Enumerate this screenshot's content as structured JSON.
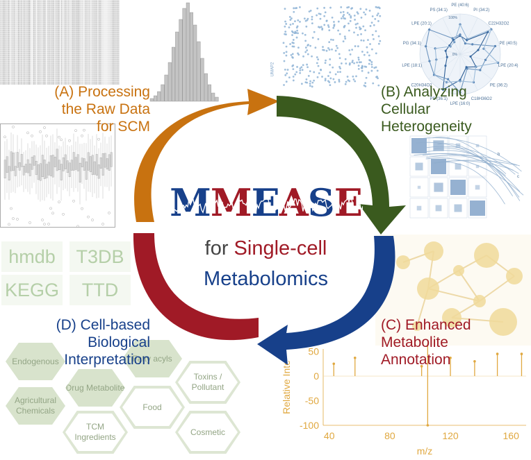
{
  "title": {
    "letters": [
      {
        "ch": "M",
        "color": "#17408a"
      },
      {
        "ch": "M",
        "color": "#a01a26"
      },
      {
        "ch": "E",
        "color": "#17408a"
      },
      {
        "ch": "A",
        "color": "#a01a26"
      },
      {
        "ch": "S",
        "color": "#17408a"
      },
      {
        "ch": "E",
        "color": "#a01a26"
      }
    ],
    "subtitle_prefix": "for",
    "subtitle_highlight": "Single-cell",
    "subtitle_line2": "Metabolomics"
  },
  "colors": {
    "arrow_a": "#c87210",
    "arrow_b": "#3a5a1e",
    "arrow_c": "#17408a",
    "arrow_d": "#a01a26"
  },
  "sections": {
    "a": {
      "line1": "(A) Processing",
      "line2": "the Raw Data",
      "line3": "for SCM"
    },
    "b": {
      "line1": "(B) Analyzing",
      "line2": "Cellular",
      "line3": "Heterogeneity"
    },
    "c": {
      "line1": "(C) Enhanced",
      "line2": "Metabolite",
      "line3": "Annotation"
    },
    "d": {
      "line1": "(D) Cell-based",
      "line2": "Biological",
      "line3": "Interpretation"
    }
  },
  "databases": [
    "hmdb",
    "T3DB",
    "KEGG",
    "TTD"
  ],
  "categories": [
    "Endogenous",
    "Fatty acyls",
    "Drug Metabolite",
    "Toxins / Pollutant",
    "Agricultural Chemicals",
    "Food",
    "TCM Ingredients",
    "Cosmetic"
  ],
  "radar": {
    "labels": [
      "PE (40:6)",
      "PI (34:2)",
      "C22H32O2",
      "PE (40:5)",
      "LPE (20:4)",
      "PE (36:2)",
      "C18H36O2",
      "LPE (16:0)",
      "PS (36:1)",
      "C20H34O2",
      "LPE (18:1)",
      "PG (34:1)",
      "LPE (20:1)",
      "PS (34:1)"
    ],
    "tick": "100%",
    "zero": "0%"
  },
  "network_labels": [
    "b",
    "c"
  ],
  "scatter_axis": "UMAP2",
  "spectrum": {
    "chart_data": {
      "type": "bar",
      "xlabel": "m/z",
      "ylabel": "Relative Inte",
      "xticks": [
        40,
        80,
        120,
        160
      ],
      "yticks": [
        50,
        0,
        -50,
        -100
      ],
      "xlim": [
        36,
        170
      ],
      "ylim": [
        -100,
        55
      ],
      "peaks": [
        {
          "x": 43,
          "y": 25
        },
        {
          "x": 57,
          "y": 37
        },
        {
          "x": 101,
          "y": 20
        },
        {
          "x": 105,
          "y": 100
        },
        {
          "x": 105,
          "y": -100
        },
        {
          "x": 120,
          "y": 37
        },
        {
          "x": 136,
          "y": 30
        },
        {
          "x": 151,
          "y": 45
        },
        {
          "x": 167,
          "y": 45
        }
      ]
    }
  }
}
